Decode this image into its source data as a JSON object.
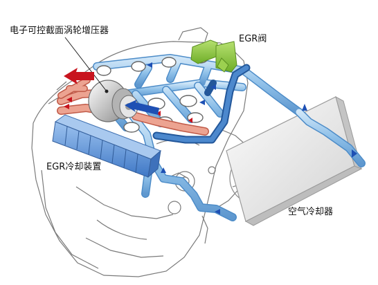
{
  "labels": {
    "turbo": "电子可控截面涡轮增压器",
    "egr_valve": "EGR阀",
    "egr_cooler": "EGR冷却装置",
    "charge_air_cooler": "空气冷却器"
  },
  "colors": {
    "intake_air": "#7fb6e4",
    "hot_exhaust": "#e4806c",
    "egr_valve": "#8ccc3c",
    "egr_cooler": "#5f95d8",
    "engine_outline": "#6b6b6b",
    "flow_arrow_red": "#c8141e",
    "flow_arrow_blue": "#1e50b4"
  },
  "icons": [
    "turbocharger-icon",
    "egr-valve-icon",
    "egr-cooler-icon",
    "charge-air-cooler-icon",
    "cooling-fan-icon",
    "flow-arrow-icon"
  ]
}
